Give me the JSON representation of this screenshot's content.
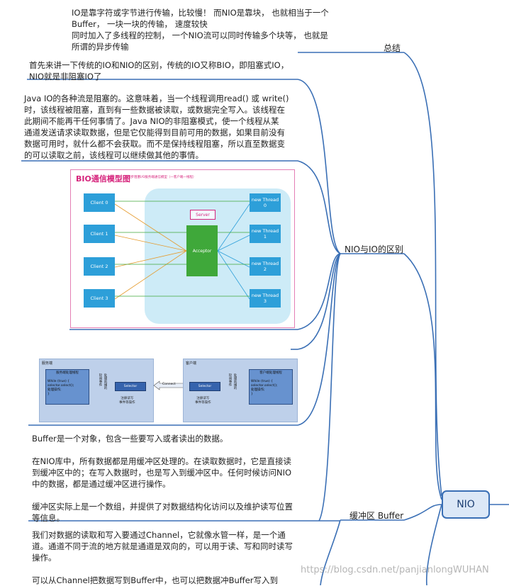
{
  "root": {
    "label": "NIO"
  },
  "branches": {
    "summary": "总结",
    "difference": "NIO与IO的区别",
    "buffer": "缓冲区 Buffer"
  },
  "notes": {
    "summary": [
      "IO是靠字符或字节进行传输，比较慢！ 而NIO是靠块， 也就相当于一个",
      "Buffer， 一块一块的传输， 速度较快",
      "同时加入了多线程的控制， 一个NIO流可以同时传输多个块等， 也就是",
      "所谓的异步传输"
    ],
    "intro": [
      "首先来讲一下传统的IO和NIO的区别，传统的IO又称BIO，即阻塞式IO，",
      "NIO就是非阻塞IO了"
    ],
    "blocking": [
      "Java IO的各种流是阻塞的。这意味着，当一个线程调用read() 或 write()",
      "时，该线程被阻塞，直到有一些数据被读取，或数据完全写入。该线程在",
      "此期间不能再干任何事情了。Java NIO的非阻塞模式，使一个线程从某",
      "通道发送请求读取数据，但是它仅能得到目前可用的数据，如果目前没有",
      "数据可用时，就什么都不会获取。而不是保持线程阻塞，所以直至数据变",
      "的可以读取之前，该线程可以继续做其他的事情。"
    ],
    "buffer_a": "Buffer是一个对象，包含一些要写入或者读出的数据。",
    "buffer_b": [
      "在NIO库中，所有数据都是用缓冲区处理的。在读取数据时，它是直接读",
      "到缓冲区中的；在写入数据时，也是写入到缓冲区中。任何时候访问NIO",
      "中的数据，都是通过缓冲区进行操作。"
    ],
    "buffer_c": [
      "缓冲区实际上是一个数组，并提供了对数据结构化访问以及维护读写位置",
      "等信息。"
    ],
    "channel_a": [
      "我们对数据的读取和写入要通过Channel，它就像水管一样，是一个通",
      "道。通道不同于流的地方就是通道是双向的，可以用于读、写和同时读写",
      "操作。"
    ],
    "channel_b": "可以从Channel把数据写到Buffer中，也可以把数据冲Buffer写入到"
  },
  "bio_diagram": {
    "title": "BIO通信模型图",
    "subtitle": "同步阻塞I/O服务端通信模型（一客户端一线程）",
    "server": "Server",
    "acceptor": "Acceptor",
    "clients": [
      "Client 0",
      "Client 1",
      "Client 2",
      "Client 3"
    ],
    "threads": [
      [
        "new Thread",
        "0"
      ],
      [
        "new Thread",
        "1"
      ],
      [
        "new Thread",
        "2"
      ],
      [
        "new Thread",
        "3"
      ]
    ]
  },
  "selector_diagram": {
    "server_side": "服务端",
    "client_side": "客户端",
    "server_thread": "服务端处理线程",
    "client_thread": "客户端处理线程",
    "code": [
      "While (true) {",
      "selector.select();",
      "处理操作;",
      "}"
    ],
    "selector": "Selector",
    "connect": "Connect",
    "server_vtext_a": "轮询事件",
    "server_vtext_b": "处理就绪的",
    "client_vtext_a": "轮询事件",
    "client_vtext_b": "处理就绪的",
    "server_tag": [
      "注册读写",
      "事件等操作"
    ],
    "client_tag": [
      "注册读写",
      "事件等操作"
    ]
  },
  "watermark": "https://blog.csdn.net/panjianlongWUHAN",
  "colors": {
    "line": "#3a6fb5",
    "node_fill": "#dce8f7",
    "bio_border": "#e47fb5",
    "bio_accent": "#d6247c",
    "client_box": "#2d9fd9",
    "acceptor_box": "#3fa83a"
  }
}
